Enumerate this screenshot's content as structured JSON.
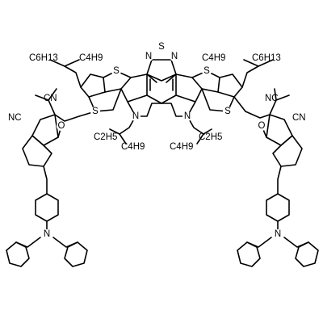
{
  "atoms": {
    "S": "S",
    "N": "N",
    "O": "O"
  },
  "groups": {
    "c6h13": "C6H13",
    "c4h9": "C4H9",
    "c2h5": "C2H5",
    "nc": "NC",
    "cn": "CN"
  }
}
